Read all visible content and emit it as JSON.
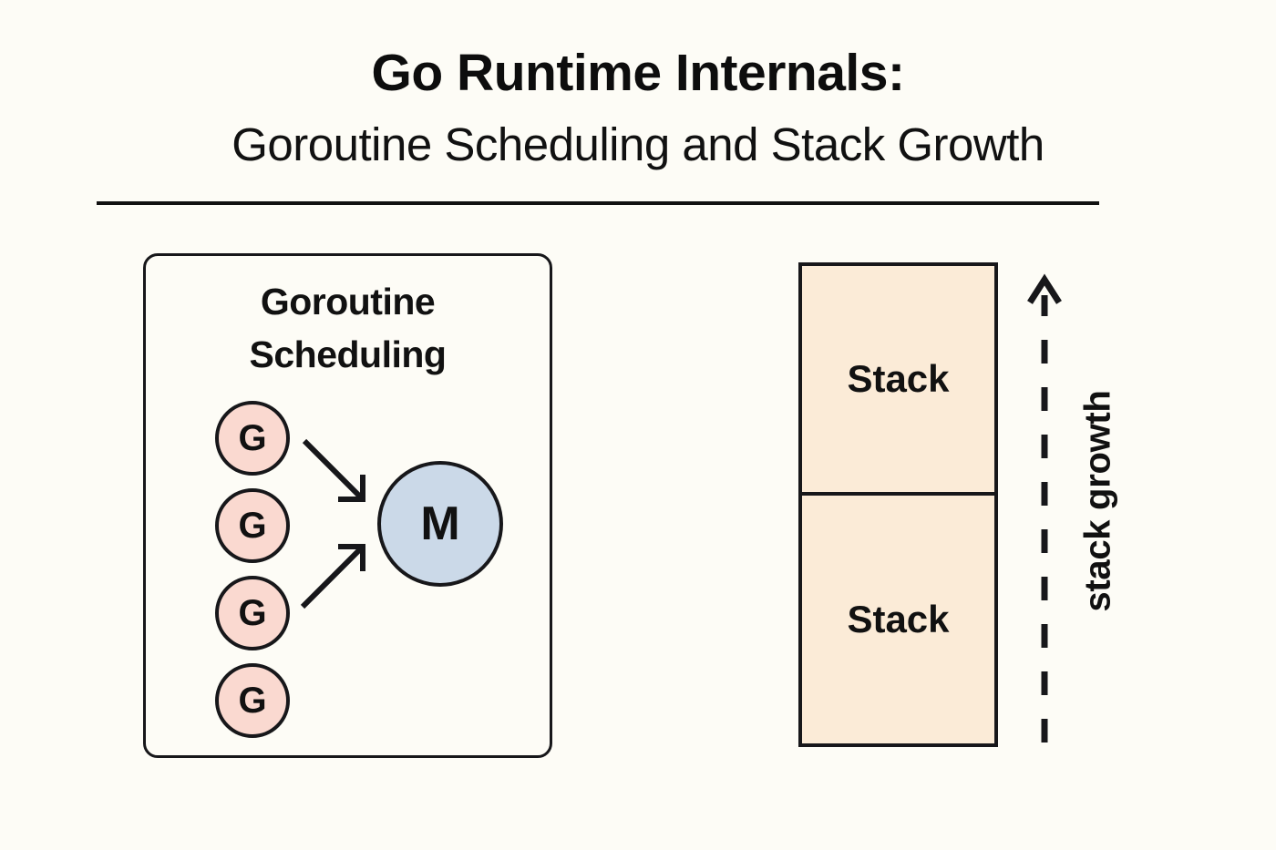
{
  "page": {
    "background_color": "#FDFCF6",
    "ink_color": "#111111"
  },
  "header": {
    "title_main": "Go Runtime Internals:",
    "title_sub": "Goroutine Scheduling and Stack Growth",
    "rule": "horizontal-rule"
  },
  "scheduling_panel": {
    "title_line1": "Goroutine",
    "title_line2": "Scheduling",
    "goroutine_fill": "#FAD9D0",
    "machine_fill": "#CBD9E8",
    "goroutines": [
      {
        "label": "G"
      },
      {
        "label": "G"
      },
      {
        "label": "G"
      },
      {
        "label": "G"
      }
    ],
    "machine": {
      "label": "M"
    },
    "arrows": [
      {
        "name": "arrow-g1-to-m",
        "direction": "down-right"
      },
      {
        "name": "arrow-g3-to-m",
        "direction": "up-right"
      }
    ]
  },
  "stack_panel": {
    "box_fill": "#FBEBD7",
    "segments": [
      {
        "label": "Stack"
      },
      {
        "label": "Stack"
      }
    ],
    "growth": {
      "label": "stack growth",
      "arrow_direction": "up",
      "line_style": "dashed"
    }
  }
}
